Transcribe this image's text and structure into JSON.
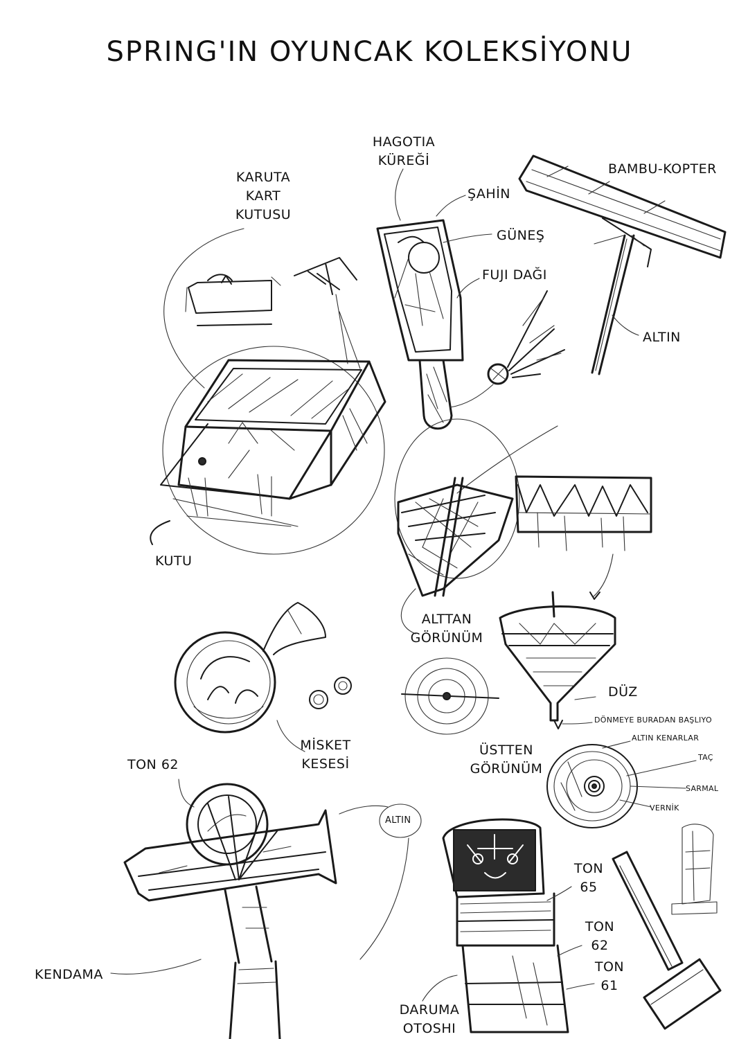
{
  "page": {
    "title": "SPRING'IN OYUNCAK KOLEKSİYONU"
  },
  "labels": {
    "karuta": [
      "KARUTA",
      "KART",
      "KUTUSU"
    ],
    "kutu": "KUTU",
    "hagotia": [
      "HAGOTIA",
      "KÜREĞİ"
    ],
    "sahin": "ŞAHİN",
    "gunes": "GÜNEŞ",
    "fuji": "FUJI DAĞI",
    "bambu": "BAMBU-KOPTER",
    "altin_top": "ALTIN",
    "alttan": [
      "ALTTAN",
      "GÖRÜNÜM"
    ],
    "duz": "DÜZ",
    "donmeye": "DÖNMEYE BURADAN BAŞLIYO",
    "altin_kenarlar": "ALTIN KENARLAR",
    "tac": "TAÇ",
    "sarmal": "SARMAL",
    "vernik": "VERNİK",
    "ustten": [
      "ÜSTTEN",
      "GÖRÜNÜM"
    ],
    "misket": [
      "MİSKET",
      "KESESİ"
    ],
    "ton62_left": "TON 62",
    "altin_circle": "ALTIN",
    "kendama": "KENDAMA",
    "ton65": [
      "TON",
      "65"
    ],
    "ton62_right": [
      "TON",
      "62"
    ],
    "ton61": [
      "TON",
      "61"
    ],
    "daruma": [
      "DARUMA",
      "OTOSHI"
    ]
  }
}
